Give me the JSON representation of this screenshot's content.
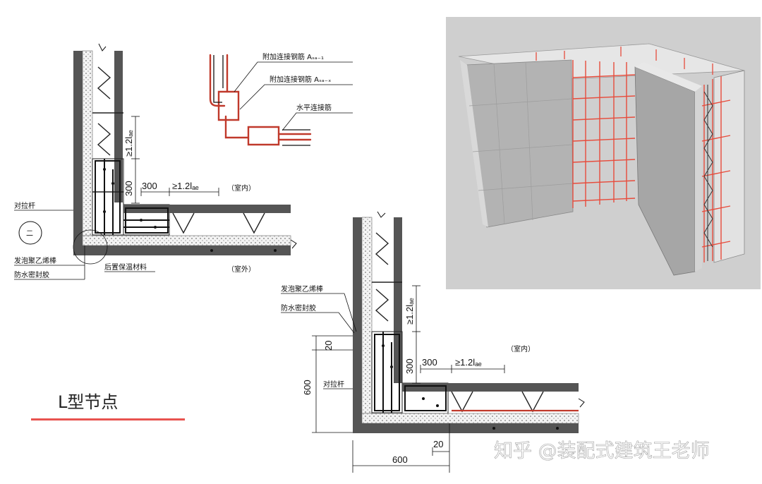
{
  "caption": {
    "title": "L型节点",
    "underline_color": "#e8534f"
  },
  "watermark": "知乎 @装配式建筑王老师",
  "detail_top_left": {
    "label_tie_rod": "对拉杆",
    "label_eps_strip": "发泡聚乙烯棒",
    "label_sealant": "防水密封胶",
    "label_insulation": "后置保温材料",
    "label_indoor": "（室内）",
    "label_outdoor": "（室外）",
    "callout": "二",
    "dim_lap_vertical": "≥1.2lₐₑ",
    "dim_300_vertical": "300",
    "dim_300_horizontal": "300",
    "dim_lap_horizontal": "≥1.2lₐₑ"
  },
  "rebar_sketch": {
    "label_a": "附加连接钢筋 Aₛₐ₋₁",
    "label_b": "附加连接钢筋 Aₛₐ₋ₓ",
    "label_c": "水平连接筋",
    "rebar_color": "#c0392b"
  },
  "detail_bottom_right": {
    "label_eps_strip": "发泡聚乙烯棒",
    "label_sealant": "防水密封胶",
    "label_tie_rod": "对拉杆",
    "label_indoor": "（室内）",
    "dim_lap_vertical": "≥1.2lₐₑ",
    "dim_300_vertical": "300",
    "dim_300_horizontal": "300",
    "dim_lap_horizontal": "≥1.2lₐₑ",
    "dim_20_top": "20",
    "dim_600_vertical": "600",
    "dim_20_bottom": "20",
    "dim_600_horizontal": "600"
  },
  "render": {
    "background": "#cccccc",
    "panel": "#a9a9a9",
    "rebar": "#e74c3c"
  }
}
